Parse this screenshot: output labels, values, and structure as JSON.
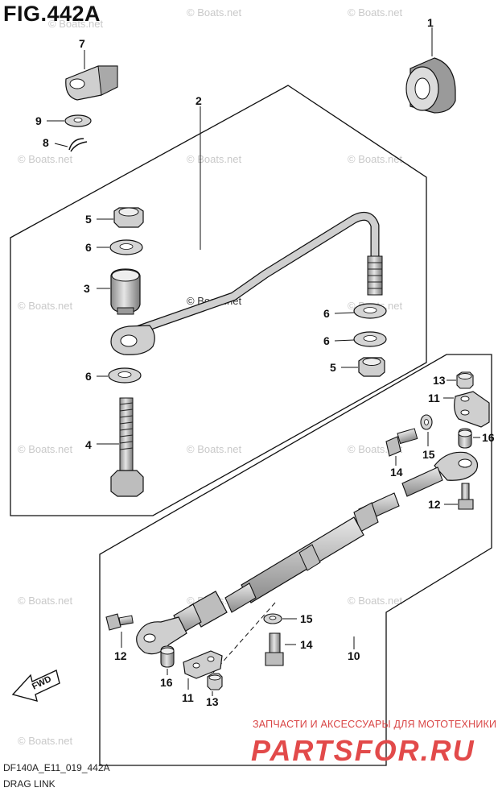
{
  "figure": {
    "title": "FIG.442A",
    "code": "DF140A_E11_019_442A",
    "caption": "DRAG LINK",
    "fwd_label": "FWD"
  },
  "watermark": {
    "text": "© Boats.net"
  },
  "promo": {
    "tagline": "ЗАПЧАСТИ И АКСЕССУАРЫ ДЛЯ МОТОТЕХНИКИ",
    "logo_text": "PARTSFOR.RU",
    "color": "#d94545"
  },
  "callouts": [
    "1",
    "2",
    "3",
    "4",
    "5",
    "5",
    "6",
    "6",
    "6",
    "6",
    "7",
    "8",
    "9",
    "10",
    "11",
    "11",
    "12",
    "12",
    "13",
    "13",
    "14",
    "14",
    "15",
    "15",
    "16",
    "16"
  ]
}
